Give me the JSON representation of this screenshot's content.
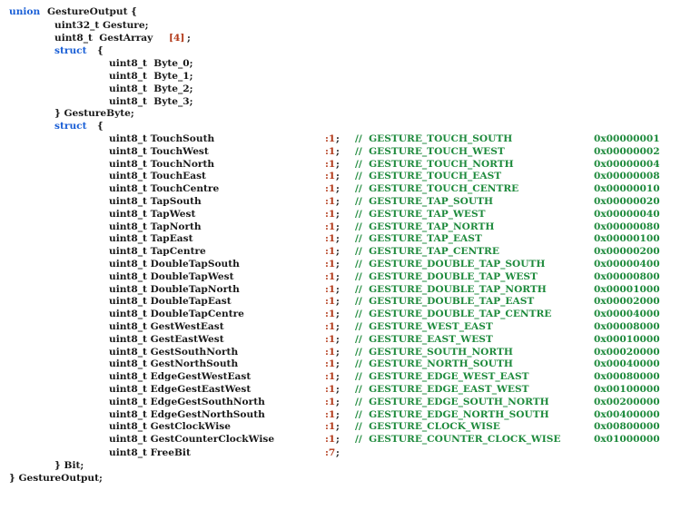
{
  "code": {
    "union_keyword": "union",
    "union_name": "GestureOutput {",
    "gesture_decl": "uint32_t Gesture;",
    "array_decl": "uint8_t  GestArray",
    "array_size": "[4]",
    "array_semi": ";",
    "struct_keyword": "struct",
    "open_brace": "{",
    "byte_fields": [
      "uint8_t  Byte_0;",
      "uint8_t  Byte_1;",
      "uint8_t  Byte_2;",
      "uint8_t  Byte_3;"
    ],
    "gesture_byte_close": "} GestureByte;",
    "bitfields": [
      {
        "decl": "uint8_t TouchSouth",
        "bits": ":1",
        "comment": "//  GESTURE_TOUCH_SOUTH",
        "mask": "0x00000001"
      },
      {
        "decl": "uint8_t TouchWest",
        "bits": ":1",
        "comment": "//  GESTURE_TOUCH_WEST",
        "mask": "0x00000002"
      },
      {
        "decl": "uint8_t TouchNorth",
        "bits": ":1",
        "comment": "//  GESTURE_TOUCH_NORTH",
        "mask": "0x00000004"
      },
      {
        "decl": "uint8_t TouchEast",
        "bits": ":1",
        "comment": "//  GESTURE_TOUCH_EAST",
        "mask": "0x00000008"
      },
      {
        "decl": "uint8_t TouchCentre",
        "bits": ":1",
        "comment": "//  GESTURE_TOUCH_CENTRE",
        "mask": "0x00000010"
      },
      {
        "decl": "uint8_t TapSouth",
        "bits": ":1",
        "comment": "//  GESTURE_TAP_SOUTH",
        "mask": "0x00000020"
      },
      {
        "decl": "uint8_t TapWest",
        "bits": ":1",
        "comment": "//  GESTURE_TAP_WEST",
        "mask": "0x00000040"
      },
      {
        "decl": "uint8_t TapNorth",
        "bits": ":1",
        "comment": "//  GESTURE_TAP_NORTH",
        "mask": "0x00000080"
      },
      {
        "decl": "uint8_t TapEast",
        "bits": ":1",
        "comment": "//  GESTURE_TAP_EAST",
        "mask": "0x00000100"
      },
      {
        "decl": "uint8_t TapCentre",
        "bits": ":1",
        "comment": "//  GESTURE_TAP_CENTRE",
        "mask": "0x00000200"
      },
      {
        "decl": "uint8_t DoubleTapSouth",
        "bits": ":1",
        "comment": "//  GESTURE_DOUBLE_TAP_SOUTH",
        "mask": "0x00000400"
      },
      {
        "decl": "uint8_t DoubleTapWest",
        "bits": ":1",
        "comment": "//  GESTURE_DOUBLE_TAP_WEST",
        "mask": "0x00000800"
      },
      {
        "decl": "uint8_t DoubleTapNorth",
        "bits": ":1",
        "comment": "//  GESTURE_DOUBLE_TAP_NORTH",
        "mask": "0x00001000"
      },
      {
        "decl": "uint8_t DoubleTapEast",
        "bits": ":1",
        "comment": "//  GESTURE_DOUBLE_TAP_EAST",
        "mask": "0x00002000"
      },
      {
        "decl": "uint8_t DoubleTapCentre",
        "bits": ":1",
        "comment": "//  GESTURE_DOUBLE_TAP_CENTRE",
        "mask": "0x00004000"
      },
      {
        "decl": "uint8_t GestWestEast",
        "bits": ":1",
        "comment": "//  GESTURE_WEST_EAST",
        "mask": "0x00008000"
      },
      {
        "decl": "uint8_t GestEastWest",
        "bits": ":1",
        "comment": "//  GESTURE_EAST_WEST",
        "mask": "0x00010000"
      },
      {
        "decl": "uint8_t GestSouthNorth",
        "bits": ":1",
        "comment": "//  GESTURE_SOUTH_NORTH",
        "mask": "0x00020000"
      },
      {
        "decl": "uint8_t GestNorthSouth",
        "bits": ":1",
        "comment": "//  GESTURE_NORTH_SOUTH",
        "mask": "0x00040000"
      },
      {
        "decl": "uint8_t EdgeGestWestEast",
        "bits": ":1",
        "comment": "//  GESTURE_EDGE_WEST_EAST",
        "mask": "0x00080000"
      },
      {
        "decl": "uint8_t EdgeGestEastWest",
        "bits": ":1",
        "comment": "//  GESTURE_EDGE_EAST_WEST",
        "mask": "0x00100000"
      },
      {
        "decl": "uint8_t EdgeGestSouthNorth",
        "bits": ":1",
        "comment": "//  GESTURE_EDGE_SOUTH_NORTH",
        "mask": "0x00200000"
      },
      {
        "decl": "uint8_t EdgeGestNorthSouth",
        "bits": ":1",
        "comment": "//  GESTURE_EDGE_NORTH_SOUTH",
        "mask": "0x00400000"
      },
      {
        "decl": "uint8_t GestClockWise",
        "bits": ":1",
        "comment": "//  GESTURE_CLOCK_WISE",
        "mask": "0x00800000"
      },
      {
        "decl": "uint8_t GestCounterClockWise",
        "bits": ":1",
        "comment": "//  GESTURE_COUNTER_CLOCK_WISE",
        "mask": "0x01000000"
      }
    ],
    "freebit": {
      "decl": "uint8_t FreeBit",
      "bits": ":7"
    },
    "semicolon": ";",
    "bit_close": "} Bit;",
    "union_close": "} GestureOutput;"
  }
}
